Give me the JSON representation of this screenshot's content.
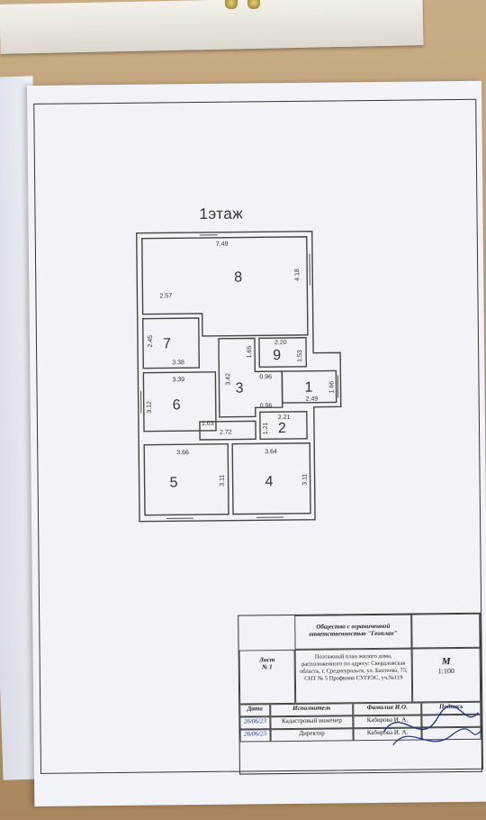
{
  "floor_title": "1этаж",
  "rooms": [
    "8",
    "7",
    "9",
    "3",
    "1",
    "6",
    "2",
    "5",
    "4"
  ],
  "dims": {
    "r8_top": "7.49",
    "r8_left": "2.57",
    "r8_right": "4.18",
    "r7_h": "2.45",
    "r7_w": "3.38",
    "r9_w": "2.20",
    "r9_h": "1.53",
    "r3_h1": "3.42",
    "r3_h2": "1.65",
    "r3_a": "0.96",
    "r3_b": "0.96",
    "r1_w": "2.49",
    "r1_h": "1.66",
    "r6_w": "3.39",
    "r6_h": "3.12",
    "r6_c": "1.03",
    "r2_w": "2.21",
    "r2_h": "1.21",
    "corr": "2.72",
    "r5_w": "3.66",
    "r5_h": "3.11",
    "r4_w": "3.64",
    "r4_h": "3.11"
  },
  "stamp": {
    "org": "Общество с ограниченной ответственностью \"Геоплан\"",
    "sheet_label": "Лист",
    "sheet_num": "№ 1",
    "description": "Поэтажный план жилого дома, расположенного по адресу: Свердловская область, г. Среднеуральск, ул. Бахтеева, 75, СНТ № 5 Профкома СУГРЭС, уч.№119",
    "scale_label": "М",
    "scale": "1:100",
    "col_date": "Дата",
    "col_exec": "Исполнитель",
    "col_name": "Фамилия И.О.",
    "col_sign": "Подпись",
    "row1_date": "26/06/23",
    "row1_role": "Кадастровый инженер",
    "row1_name": "Кабирова И. А.",
    "row2_date": "26/06/23",
    "row2_role": "Директор",
    "row2_name": "Кабирова И. А."
  }
}
